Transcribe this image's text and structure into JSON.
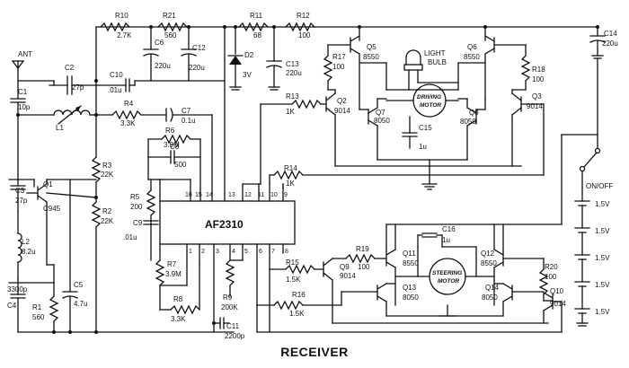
{
  "title": "RECEIVER",
  "ic": {
    "name": "AF2310"
  },
  "ic_pins": {
    "p16": "16",
    "p15": "15",
    "p14": "14",
    "p13": "13",
    "p12": "12",
    "p11": "11",
    "p10": "10",
    "p9": "9",
    "p1": "1",
    "p2": "2",
    "p3": "3",
    "p4": "4",
    "p5": "5",
    "p6": "6",
    "p7": "7",
    "p8": "8"
  },
  "ant": "ANT",
  "on_off": "ON/OFF",
  "light_bulb": [
    "LIGHT",
    "BULB"
  ],
  "driving_motor": [
    "DRIVING",
    "MOTOR"
  ],
  "steering_motor": [
    "STEERING",
    "MOTOR"
  ],
  "battery": [
    "1.5V",
    "1.5V",
    "1.5V",
    "1.5V",
    "1.5V"
  ],
  "components": {
    "r10": [
      "R10",
      "2.7K"
    ],
    "r21": [
      "R21",
      "560"
    ],
    "r11": [
      "R11",
      "68"
    ],
    "r12": [
      "R12",
      "100"
    ],
    "c6": [
      "C6",
      "220u"
    ],
    "c12": [
      "C12",
      "220u"
    ],
    "d2": [
      "D2",
      "3V"
    ],
    "c13": [
      "C13",
      "220u"
    ],
    "c14": [
      "C14",
      "220u"
    ],
    "c2": [
      "C2",
      "27p"
    ],
    "c10": [
      "C10",
      ".01u"
    ],
    "c1": [
      "C1",
      "10p"
    ],
    "l1": [
      "L1"
    ],
    "r4": [
      "R4",
      "3.3K"
    ],
    "c7": [
      "C7",
      "0.1u"
    ],
    "r6": [
      "R6",
      "3.9M"
    ],
    "c8": [
      "C8",
      "500"
    ],
    "r3": [
      "R3",
      "22K"
    ],
    "r2": [
      "R2",
      "22K"
    ],
    "c3": [
      "C3",
      "27p"
    ],
    "q1": [
      "Q1",
      "C945"
    ],
    "r5": [
      "R5",
      "200"
    ],
    "c9": [
      "C9",
      ".01u"
    ],
    "r7": [
      "R7",
      "3.9M"
    ],
    "r8": [
      "R8",
      "3.3K"
    ],
    "l2": [
      "L2",
      "8.2u"
    ],
    "c5": [
      "C5",
      "4.7u"
    ],
    "c4": [
      "C4",
      "3300p"
    ],
    "r1": [
      "R1",
      "560"
    ],
    "r9": [
      "R9",
      "200K"
    ],
    "c11": [
      "C11",
      "2200p"
    ],
    "r17": [
      "R17",
      "100"
    ],
    "q5": [
      "Q5",
      "8550"
    ],
    "q6": [
      "Q6",
      "8550"
    ],
    "r18": [
      "R18",
      "100"
    ],
    "r13": [
      "R13",
      "1K"
    ],
    "q2": [
      "Q2",
      "9014"
    ],
    "q7": [
      "Q7",
      "8050"
    ],
    "q8": [
      "Q8",
      "8050"
    ],
    "q3": [
      "Q3",
      "9014"
    ],
    "c15": [
      "C15",
      "1u"
    ],
    "r14": [
      "R14",
      "1K"
    ],
    "r19": [
      "R19",
      "100"
    ],
    "q11": [
      "Q11",
      "8550"
    ],
    "c16": [
      "C16",
      "1u"
    ],
    "q12": [
      "Q12",
      "8550"
    ],
    "r20": [
      "R20",
      "100"
    ],
    "r15": [
      "R15",
      "1.5K"
    ],
    "q9": [
      "Q9",
      "9014"
    ],
    "q13": [
      "Q13",
      "8050"
    ],
    "q14": [
      "Q14",
      "8050"
    ],
    "r16": [
      "R16",
      "1.5K"
    ],
    "q10": [
      "Q10",
      "9014"
    ]
  }
}
